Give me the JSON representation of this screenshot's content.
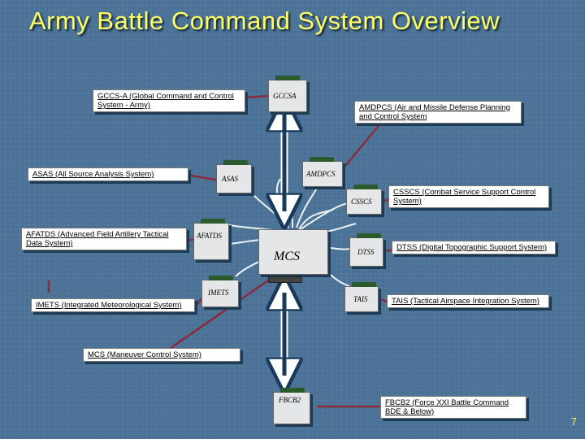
{
  "slide": {
    "title": "Army Battle Command System Overview",
    "page_number": "7"
  },
  "nodes": {
    "gccsa": "GCCSA",
    "asas": "ASAS",
    "amdpcs": "AMDPCS",
    "cssc": "CSSCS",
    "afatds": "AFATDS",
    "mcs": "MCS",
    "dtss": "DTSS",
    "imets": "IMETS",
    "tais": "TAIS",
    "fbcb2": "FBCB2"
  },
  "labels": {
    "gccsa": "GCCS-A (Global Command and Control System - Army)",
    "amdpcs": "AMDPCS (Air and Missile Defense Planning and Control System",
    "asas": "ASAS (All Source Analysis System)",
    "cssc": "CSSCS (Combat Service Support Control System)",
    "afatds": "AFATDS (Advanced Field Artillery Tactical Data System)",
    "dtss": "DTSS (Digital Topographic Support System)",
    "imets": "IMETS (Integrated Meteorological System)",
    "tais": "TAIS (Tactical Airspace Integration System)",
    "mcs": "MCS (Maneuver Control System)",
    "fbcb2": "FBCB2 (Force XXI Battle Command BDE & Below)"
  },
  "colors": {
    "background": "#4a7196",
    "title": "#ffff66",
    "connector": "#8a2a3a",
    "arrow": "#1a3a5c"
  }
}
